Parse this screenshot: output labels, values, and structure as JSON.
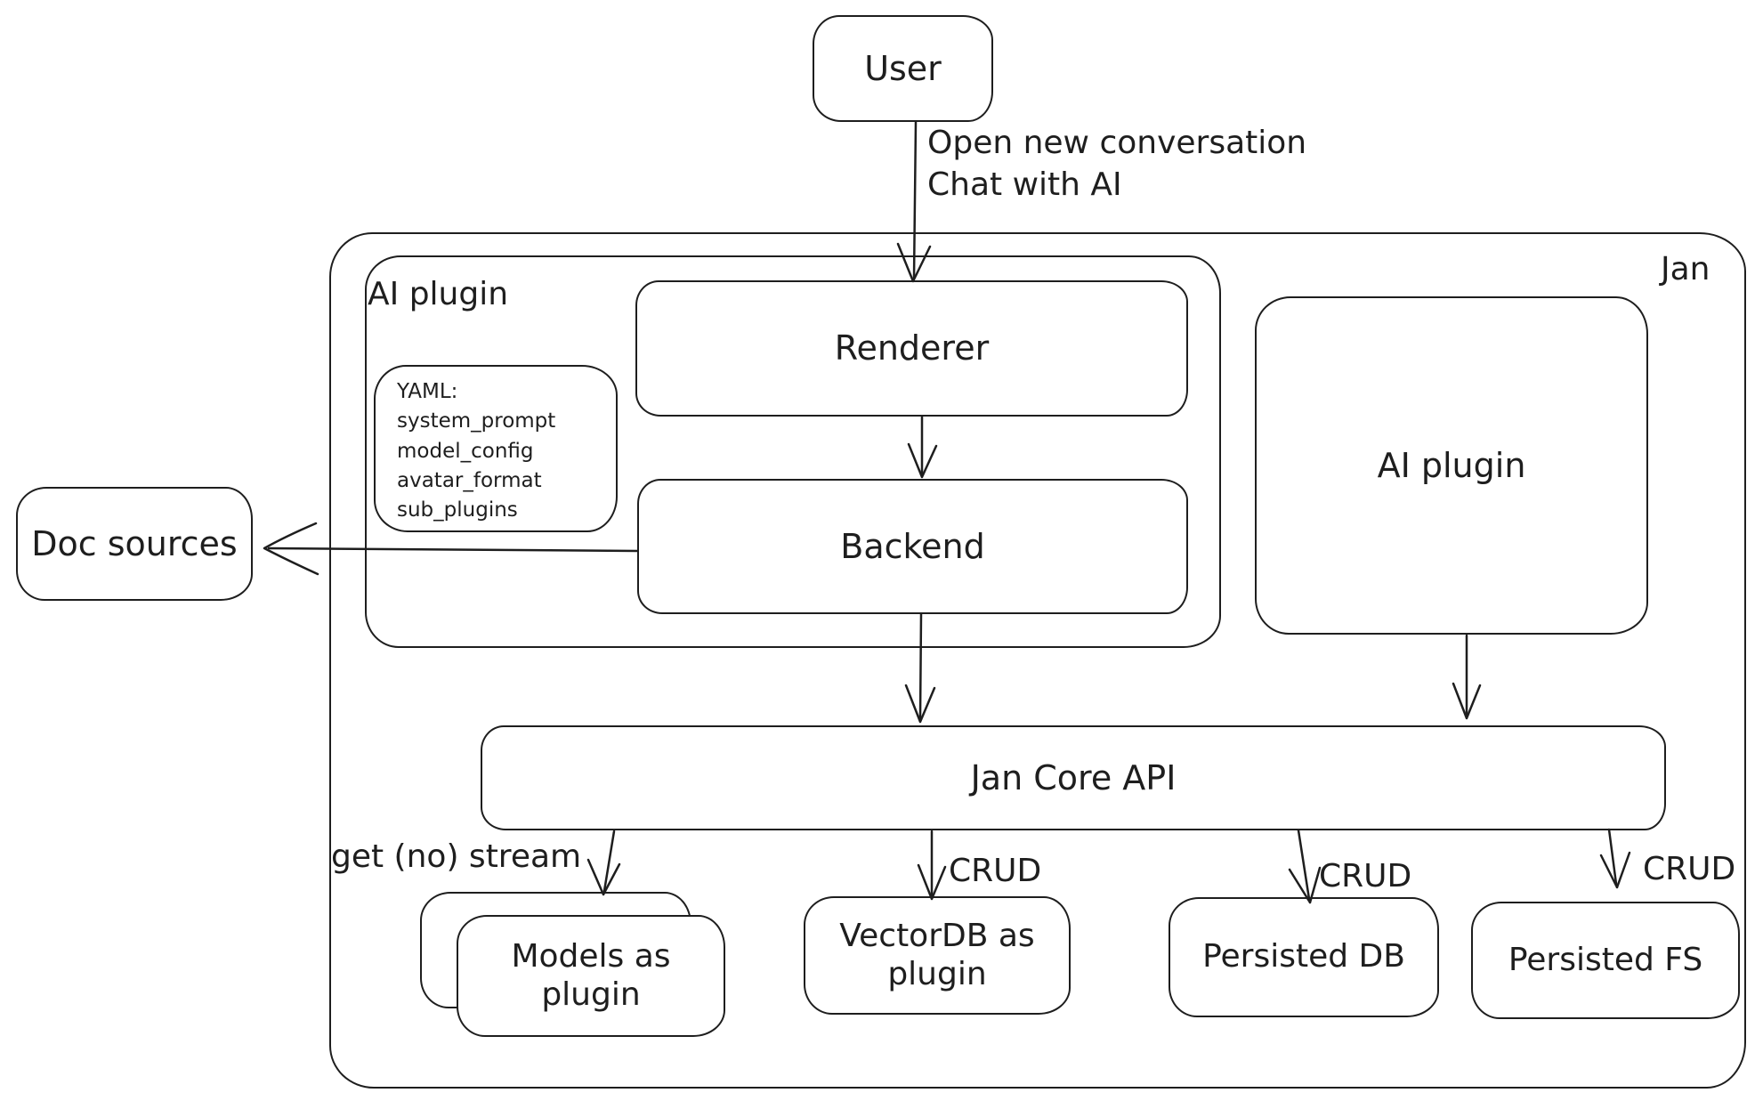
{
  "colors": {
    "stroke": "#1e1e1e",
    "background": "#ffffff"
  },
  "nodes": {
    "user": {
      "label": "User"
    },
    "jan_container": {
      "label": "Jan"
    },
    "ai_plugin_container": {
      "label": "AI plugin"
    },
    "renderer": {
      "label": "Renderer"
    },
    "backend": {
      "label": "Backend"
    },
    "yaml_note": {
      "lines": [
        "YAML:",
        "system_prompt",
        "model_config",
        "avatar_format",
        "sub_plugins"
      ]
    },
    "ai_plugin_right": {
      "label": "AI plugin"
    },
    "jan_core_api": {
      "label": "Jan Core API"
    },
    "doc_sources": {
      "label": "Doc sources"
    },
    "models_plugin": {
      "line1": "Models as",
      "line2": "plugin"
    },
    "vectordb_plugin": {
      "line1": "VectorDB as",
      "line2": "plugin"
    },
    "persisted_db": {
      "label": "Persisted DB"
    },
    "persisted_fs": {
      "label": "Persisted FS"
    }
  },
  "edges": {
    "user_to_renderer": {
      "label_line1": "Open new conversation",
      "label_line2": "Chat with AI"
    },
    "api_to_models": {
      "label": "get (no) stream"
    },
    "api_to_vectordb": {
      "label": "CRUD"
    },
    "api_to_persisted_db": {
      "label": "CRUD"
    },
    "api_to_persisted_fs": {
      "label": "CRUD"
    }
  }
}
